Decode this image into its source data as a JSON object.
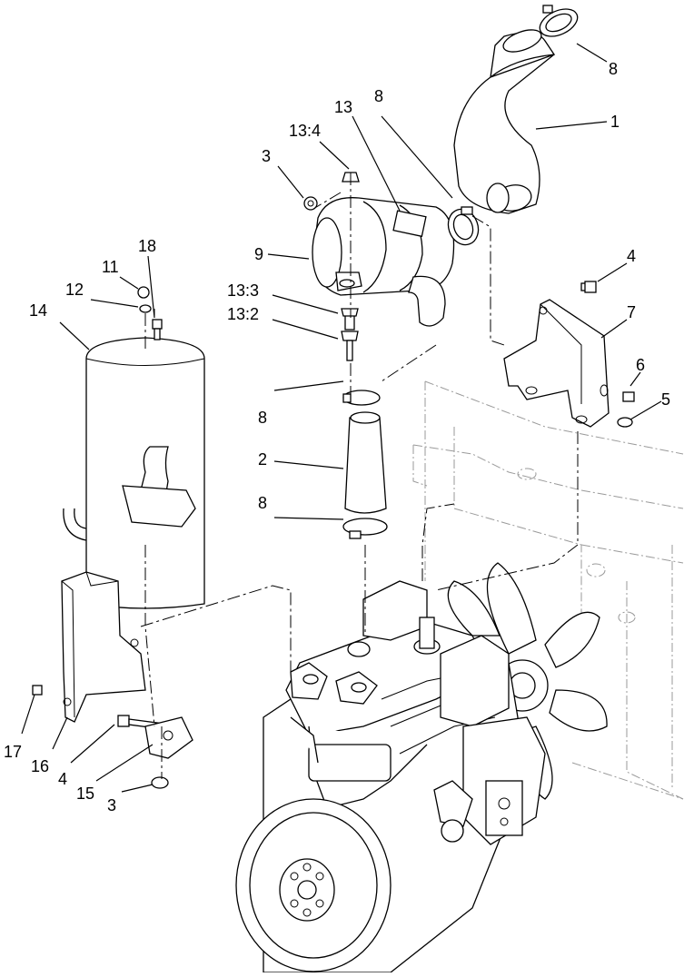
{
  "callouts": [
    {
      "id": "c1",
      "text": "1"
    },
    {
      "id": "c2",
      "text": "2"
    },
    {
      "id": "c3a",
      "text": "3"
    },
    {
      "id": "c3b",
      "text": "3"
    },
    {
      "id": "c4a",
      "text": "4"
    },
    {
      "id": "c4b",
      "text": "4"
    },
    {
      "id": "c5",
      "text": "5"
    },
    {
      "id": "c6",
      "text": "6"
    },
    {
      "id": "c7",
      "text": "7"
    },
    {
      "id": "c8a",
      "text": "8"
    },
    {
      "id": "c8b",
      "text": "8"
    },
    {
      "id": "c8c",
      "text": "8"
    },
    {
      "id": "c8d",
      "text": "8"
    },
    {
      "id": "c9",
      "text": "9"
    },
    {
      "id": "c11",
      "text": "11"
    },
    {
      "id": "c12",
      "text": "12"
    },
    {
      "id": "c13",
      "text": "13"
    },
    {
      "id": "c13_2",
      "text": "13:2"
    },
    {
      "id": "c13_3",
      "text": "13:3"
    },
    {
      "id": "c13_4",
      "text": "13:4"
    },
    {
      "id": "c14",
      "text": "14"
    },
    {
      "id": "c15",
      "text": "15"
    },
    {
      "id": "c16",
      "text": "16"
    },
    {
      "id": "c17",
      "text": "17"
    },
    {
      "id": "c18",
      "text": "18"
    }
  ]
}
